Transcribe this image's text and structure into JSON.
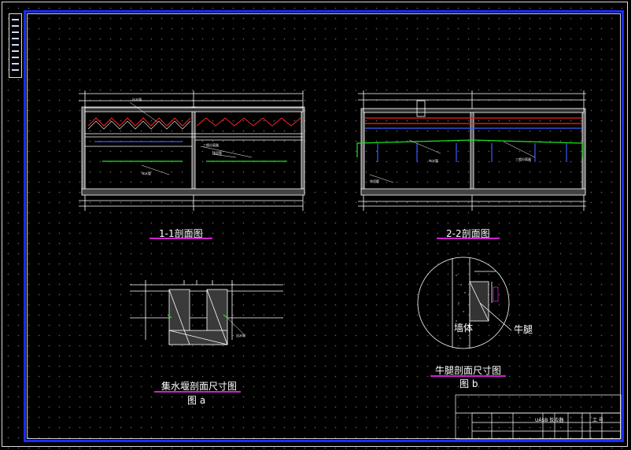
{
  "drawing": {
    "section_1_title": "1-1剖面图",
    "section_2_title": "2-2剖面图",
    "detail_a_title": "集水堰剖面尺寸图",
    "detail_a_sub": "图 a",
    "detail_b_title": "牛腿剖面尺寸图",
    "detail_b_sub": "图 b",
    "detail_b_wall_label": "墙体",
    "detail_b_corbel_label": "牛腿"
  },
  "title_block": {
    "project_label": "UASB 反应器",
    "sheet_label": "工 号"
  },
  "colors": {
    "background": "#000000",
    "frame_blue": "#1a2cff",
    "linework": "#ffffff",
    "pipe_red": "#ff2020",
    "pipe_green": "#20e020",
    "pipe_blue": "#3a5cff",
    "annotation_magenta": "#d020d0",
    "annotation_yellow": "#e8e020"
  }
}
